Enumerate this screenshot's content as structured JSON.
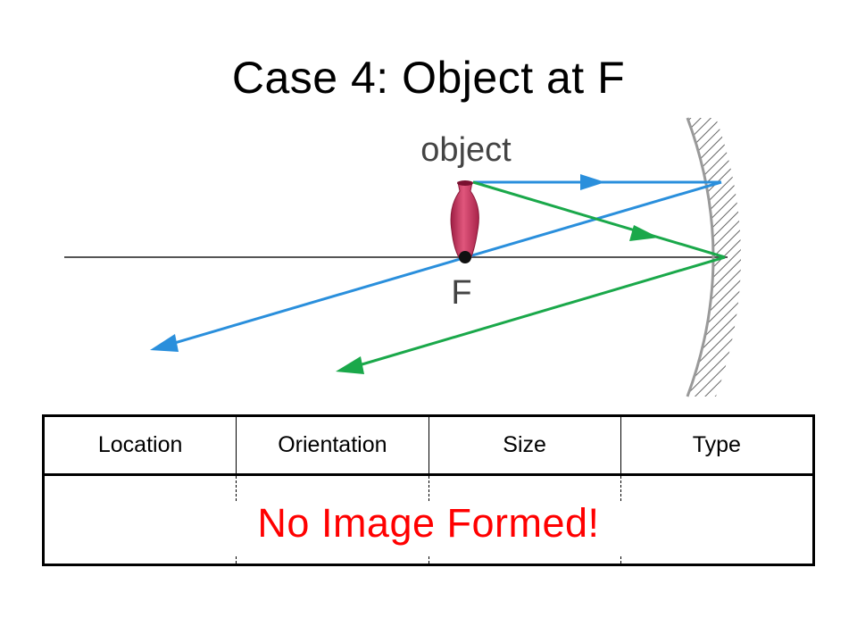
{
  "slide": {
    "title": "Case 4: Object at F"
  },
  "diagram": {
    "object_label": "object",
    "focal_label": "F",
    "colors": {
      "ray_blue": "#2a8fdc",
      "ray_green": "#1aa84a",
      "object": "#c8335a",
      "mirror": "#b0b0b0",
      "axis": "#555555"
    }
  },
  "table": {
    "headers": [
      "Location",
      "Orientation",
      "Size",
      "Type"
    ],
    "message": "No Image Formed!",
    "message_color": "#ff0000"
  }
}
